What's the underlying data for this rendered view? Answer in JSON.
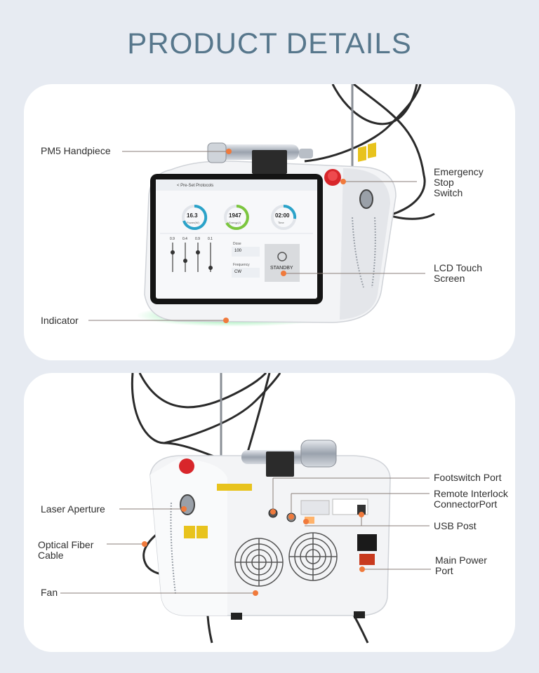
{
  "page_title": "PRODUCT DETAILS",
  "colors": {
    "background": "#e7ebf2",
    "title": "#57778c",
    "leader_dot": "#f07a3c",
    "indicator_glow": "#3bdc6a",
    "emergency_red": "#d8262b"
  },
  "top": {
    "labels": {
      "pm5_handpiece": "PM5 Handpiece",
      "emergency_stop": [
        "Emergency",
        "Stop",
        "Switch"
      ],
      "lcd_touch_screen": [
        "LCD Touch",
        "Screen"
      ],
      "indicator": "Indicator"
    },
    "screen": {
      "header": "< Pre-Set Protocols",
      "gauges": [
        {
          "value": "16.3",
          "caption": "Power(W)"
        },
        {
          "value": "1947",
          "caption": "Energy(J)"
        },
        {
          "value": "02:00",
          "caption": "Time"
        }
      ],
      "slider_values": [
        "0.9",
        "0.4",
        "0.9",
        "0.1"
      ],
      "dose_label": "Dose",
      "dose_value": "100",
      "frequency_label": "Frequency",
      "frequency_value": "CW",
      "standby_label": "STANDBY"
    }
  },
  "bottom": {
    "labels": {
      "footswitch_port": "Footswitch Port",
      "remote_interlock": [
        "Remote Interlock",
        "ConnectorPort"
      ],
      "usb_post": "USB Post",
      "main_power_port": [
        "Main Power",
        "Port"
      ],
      "laser_aperture": "Laser Aperture",
      "optical_fiber_cable": [
        "Optical Fiber",
        "Cable"
      ],
      "fan": "Fan"
    }
  }
}
